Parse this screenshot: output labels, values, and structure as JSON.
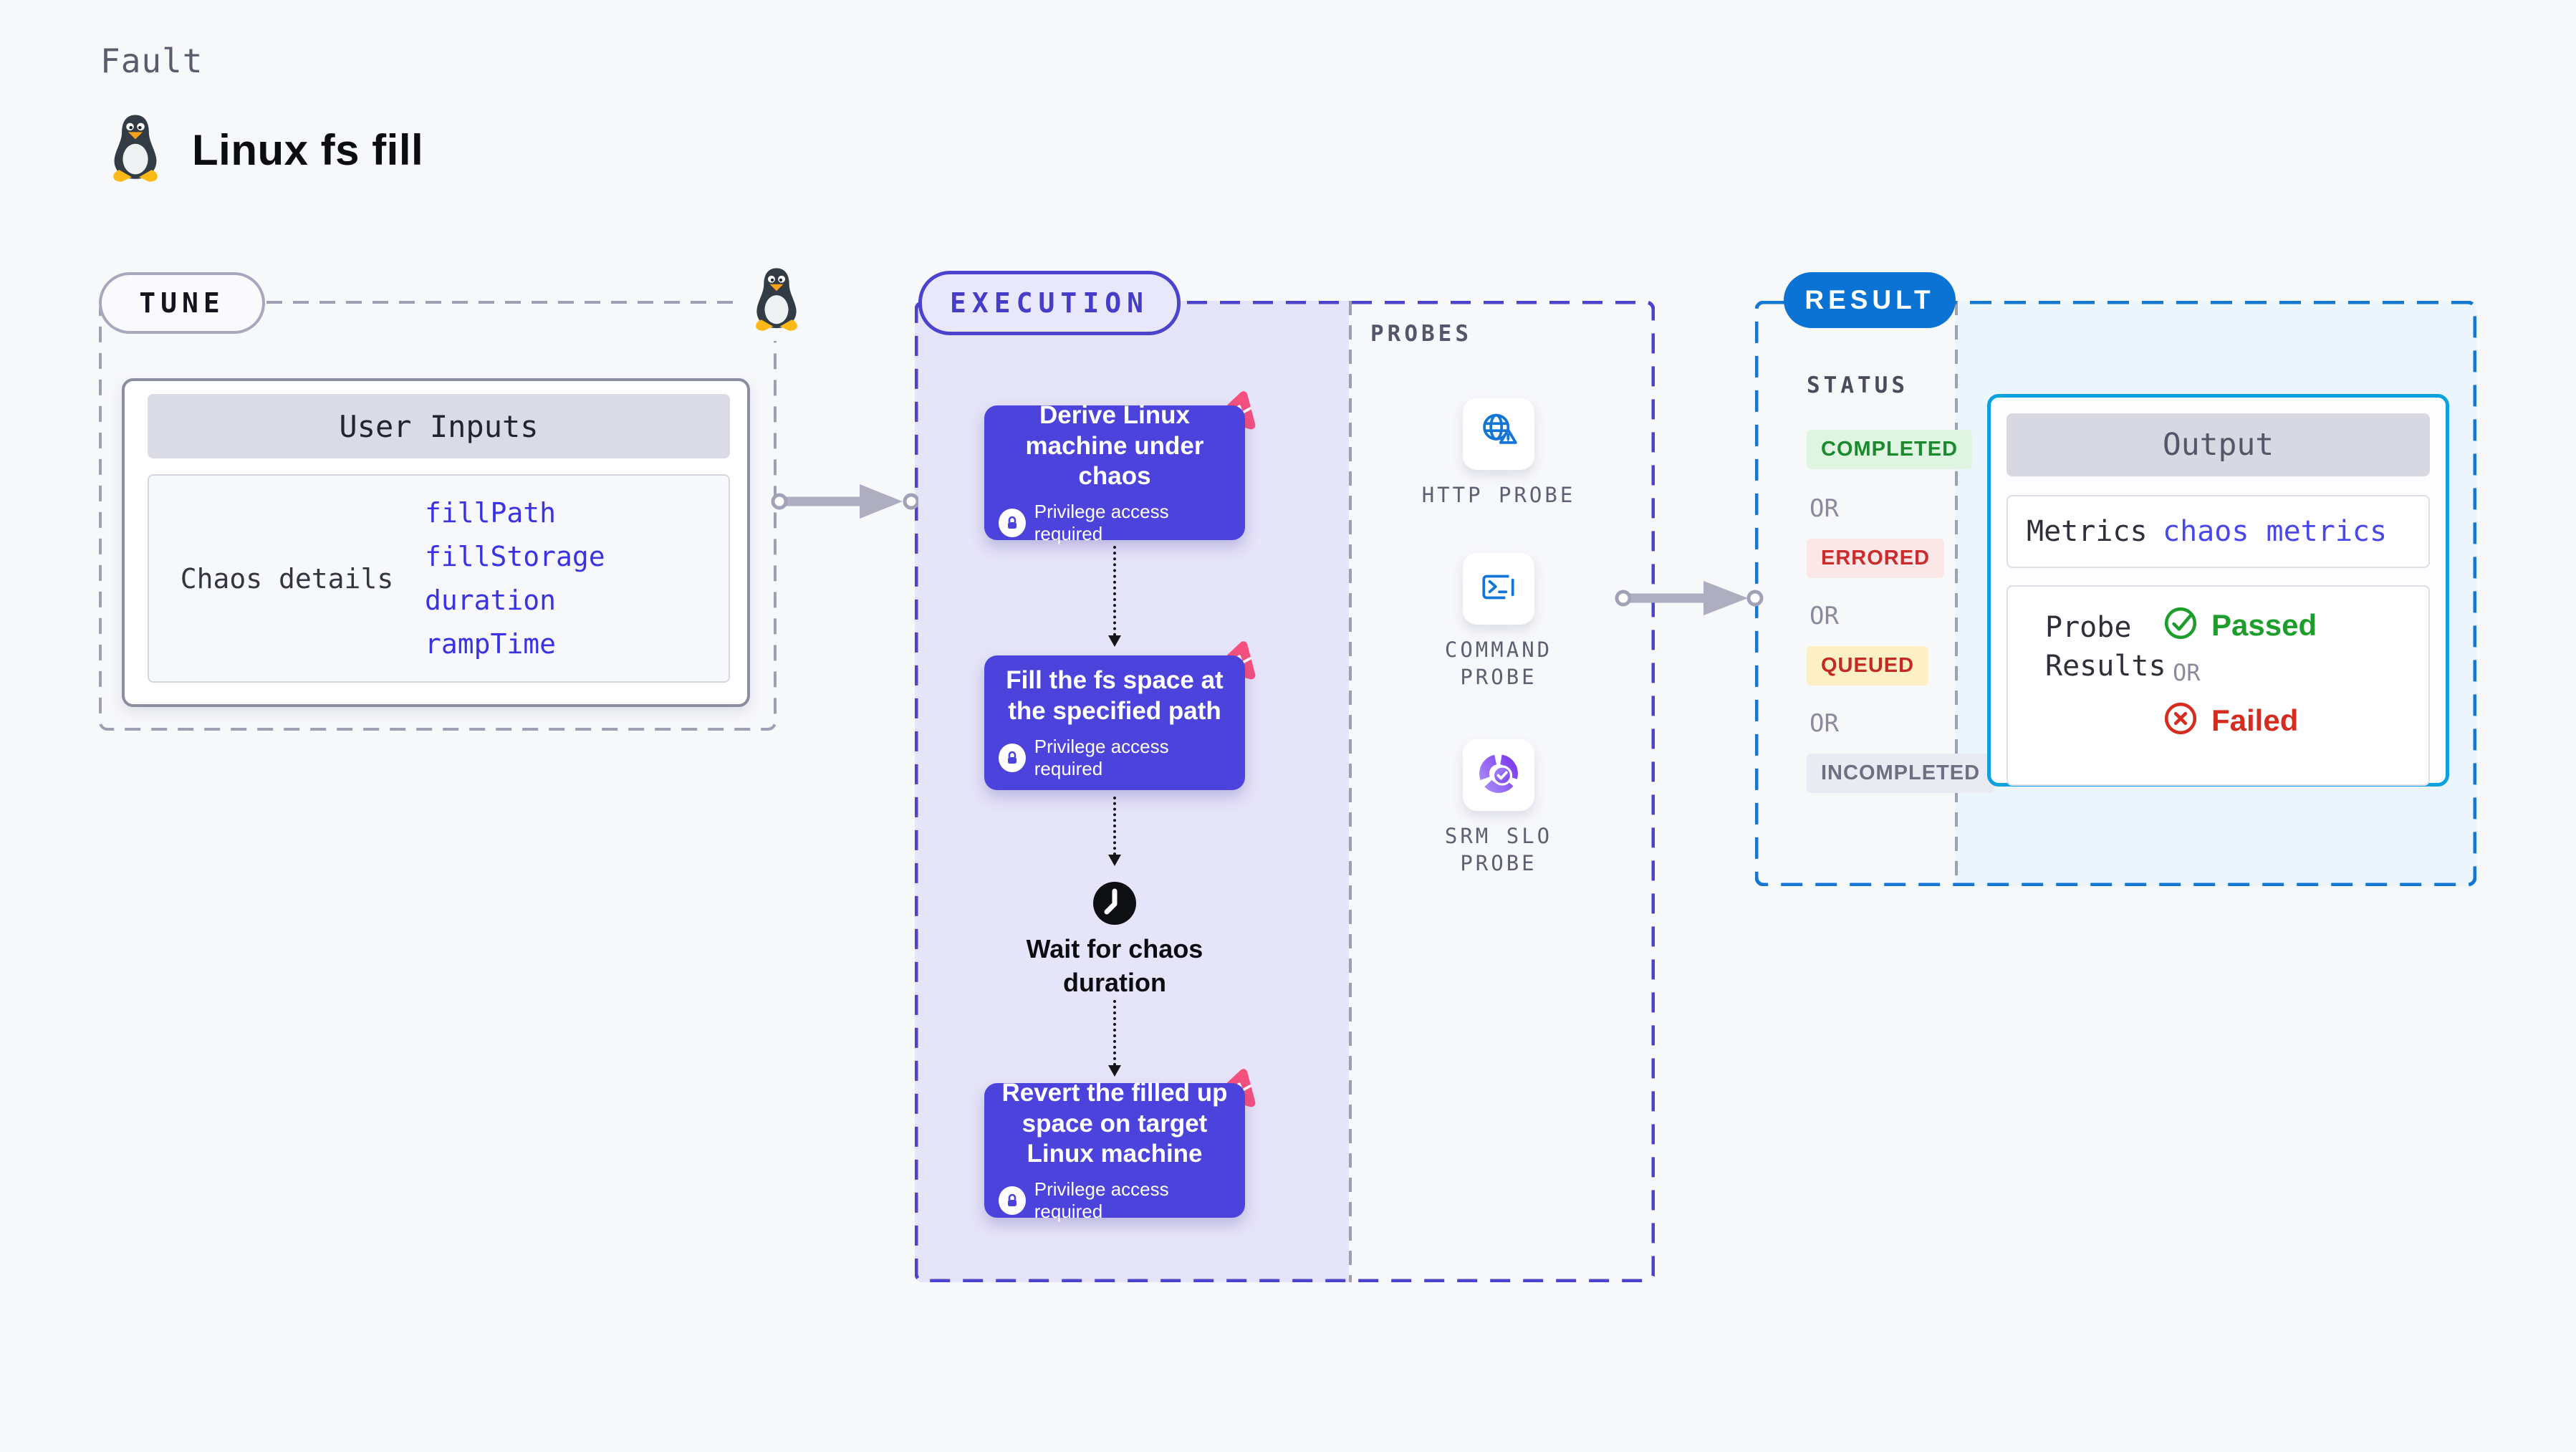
{
  "page": {
    "kicker": "Fault",
    "title": "Linux fs fill"
  },
  "tune": {
    "label": "TUNE",
    "card_title": "User Inputs",
    "row_label": "Chaos details",
    "inputs": [
      "fillPath",
      "fillStorage",
      "duration",
      "rampTime"
    ]
  },
  "execution": {
    "label": "EXECUTION",
    "privilege_note": "Privilege access required",
    "steps": [
      {
        "title": "Derive Linux machine under chaos"
      },
      {
        "title": "Fill the fs space at the specified path"
      },
      {
        "title": "Revert the filled up space on target Linux machine"
      }
    ],
    "wait_label": "Wait for chaos duration"
  },
  "probes": {
    "label": "PROBES",
    "items": [
      {
        "name": "HTTP PROBE",
        "icon": "globe-alert-icon"
      },
      {
        "name": "COMMAND PROBE",
        "icon": "terminal-icon"
      },
      {
        "name": "SRM SLO PROBE",
        "icon": "slo-donut-icon"
      }
    ]
  },
  "result": {
    "label": "RESULT",
    "status_label": "STATUS",
    "or_label": "OR",
    "statuses": [
      {
        "label": "COMPLETED",
        "fg": "#1B8A2F",
        "bg": "#DFF4E1"
      },
      {
        "label": "ERRORED",
        "fg": "#CB2B2B",
        "bg": "#FBE7E7"
      },
      {
        "label": "QUEUED",
        "fg": "#C22A22",
        "bg": "#FCF0C6"
      },
      {
        "label": "INCOMPLETED",
        "fg": "#6E6F80",
        "bg": "#EAEAF2"
      }
    ],
    "output": {
      "title": "Output",
      "metrics_label": "Metrics",
      "metrics_link": "chaos metrics",
      "probe_results_label": "Probe Results",
      "passed_label": "Passed",
      "failed_label": "Failed"
    }
  },
  "colors": {
    "page_bg": "#F7F8FA",
    "execution_accent": "#4B43CE",
    "execution_panel": "#E6E4F8",
    "step_card": "#4B43DC",
    "chaos_pink": "#F4517F",
    "result_accent": "#0B73D3",
    "result_panel": "#EAF6FC",
    "output_border": "#0AA2DE",
    "link_blue": "#3A32E3",
    "probe_icon_blue": "#1375D6",
    "passed_green": "#1D9E2C",
    "failed_red": "#D62B1F",
    "connector_gray": "#AFAEC1"
  }
}
